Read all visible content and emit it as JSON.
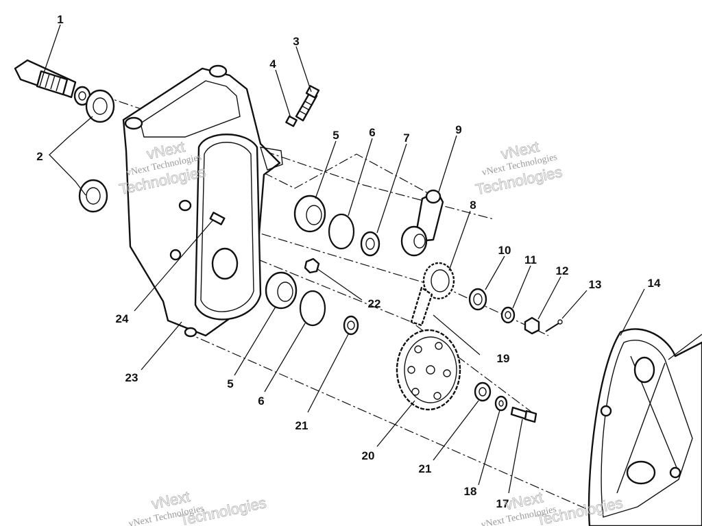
{
  "watermark": {
    "small": "vNext Technologies",
    "big_top": "vNext",
    "big_bottom": "Technologies"
  },
  "callouts": {
    "c1": "1",
    "c2": "2",
    "c3": "3",
    "c4": "4",
    "c5a": "5",
    "c5b": "5",
    "c6a": "6",
    "c6b": "6",
    "c7": "7",
    "c8": "8",
    "c9": "9",
    "c10": "10",
    "c11": "11",
    "c12": "12",
    "c13": "13",
    "c14": "14",
    "c17": "17",
    "c18": "18",
    "c19": "19",
    "c20": "20",
    "c21a": "21",
    "c21b": "21",
    "c22": "22",
    "c23": "23",
    "c24": "24"
  },
  "colors": {
    "ink": "#111111",
    "watermark": "#9a9a9a",
    "paper": "#ffffff"
  }
}
